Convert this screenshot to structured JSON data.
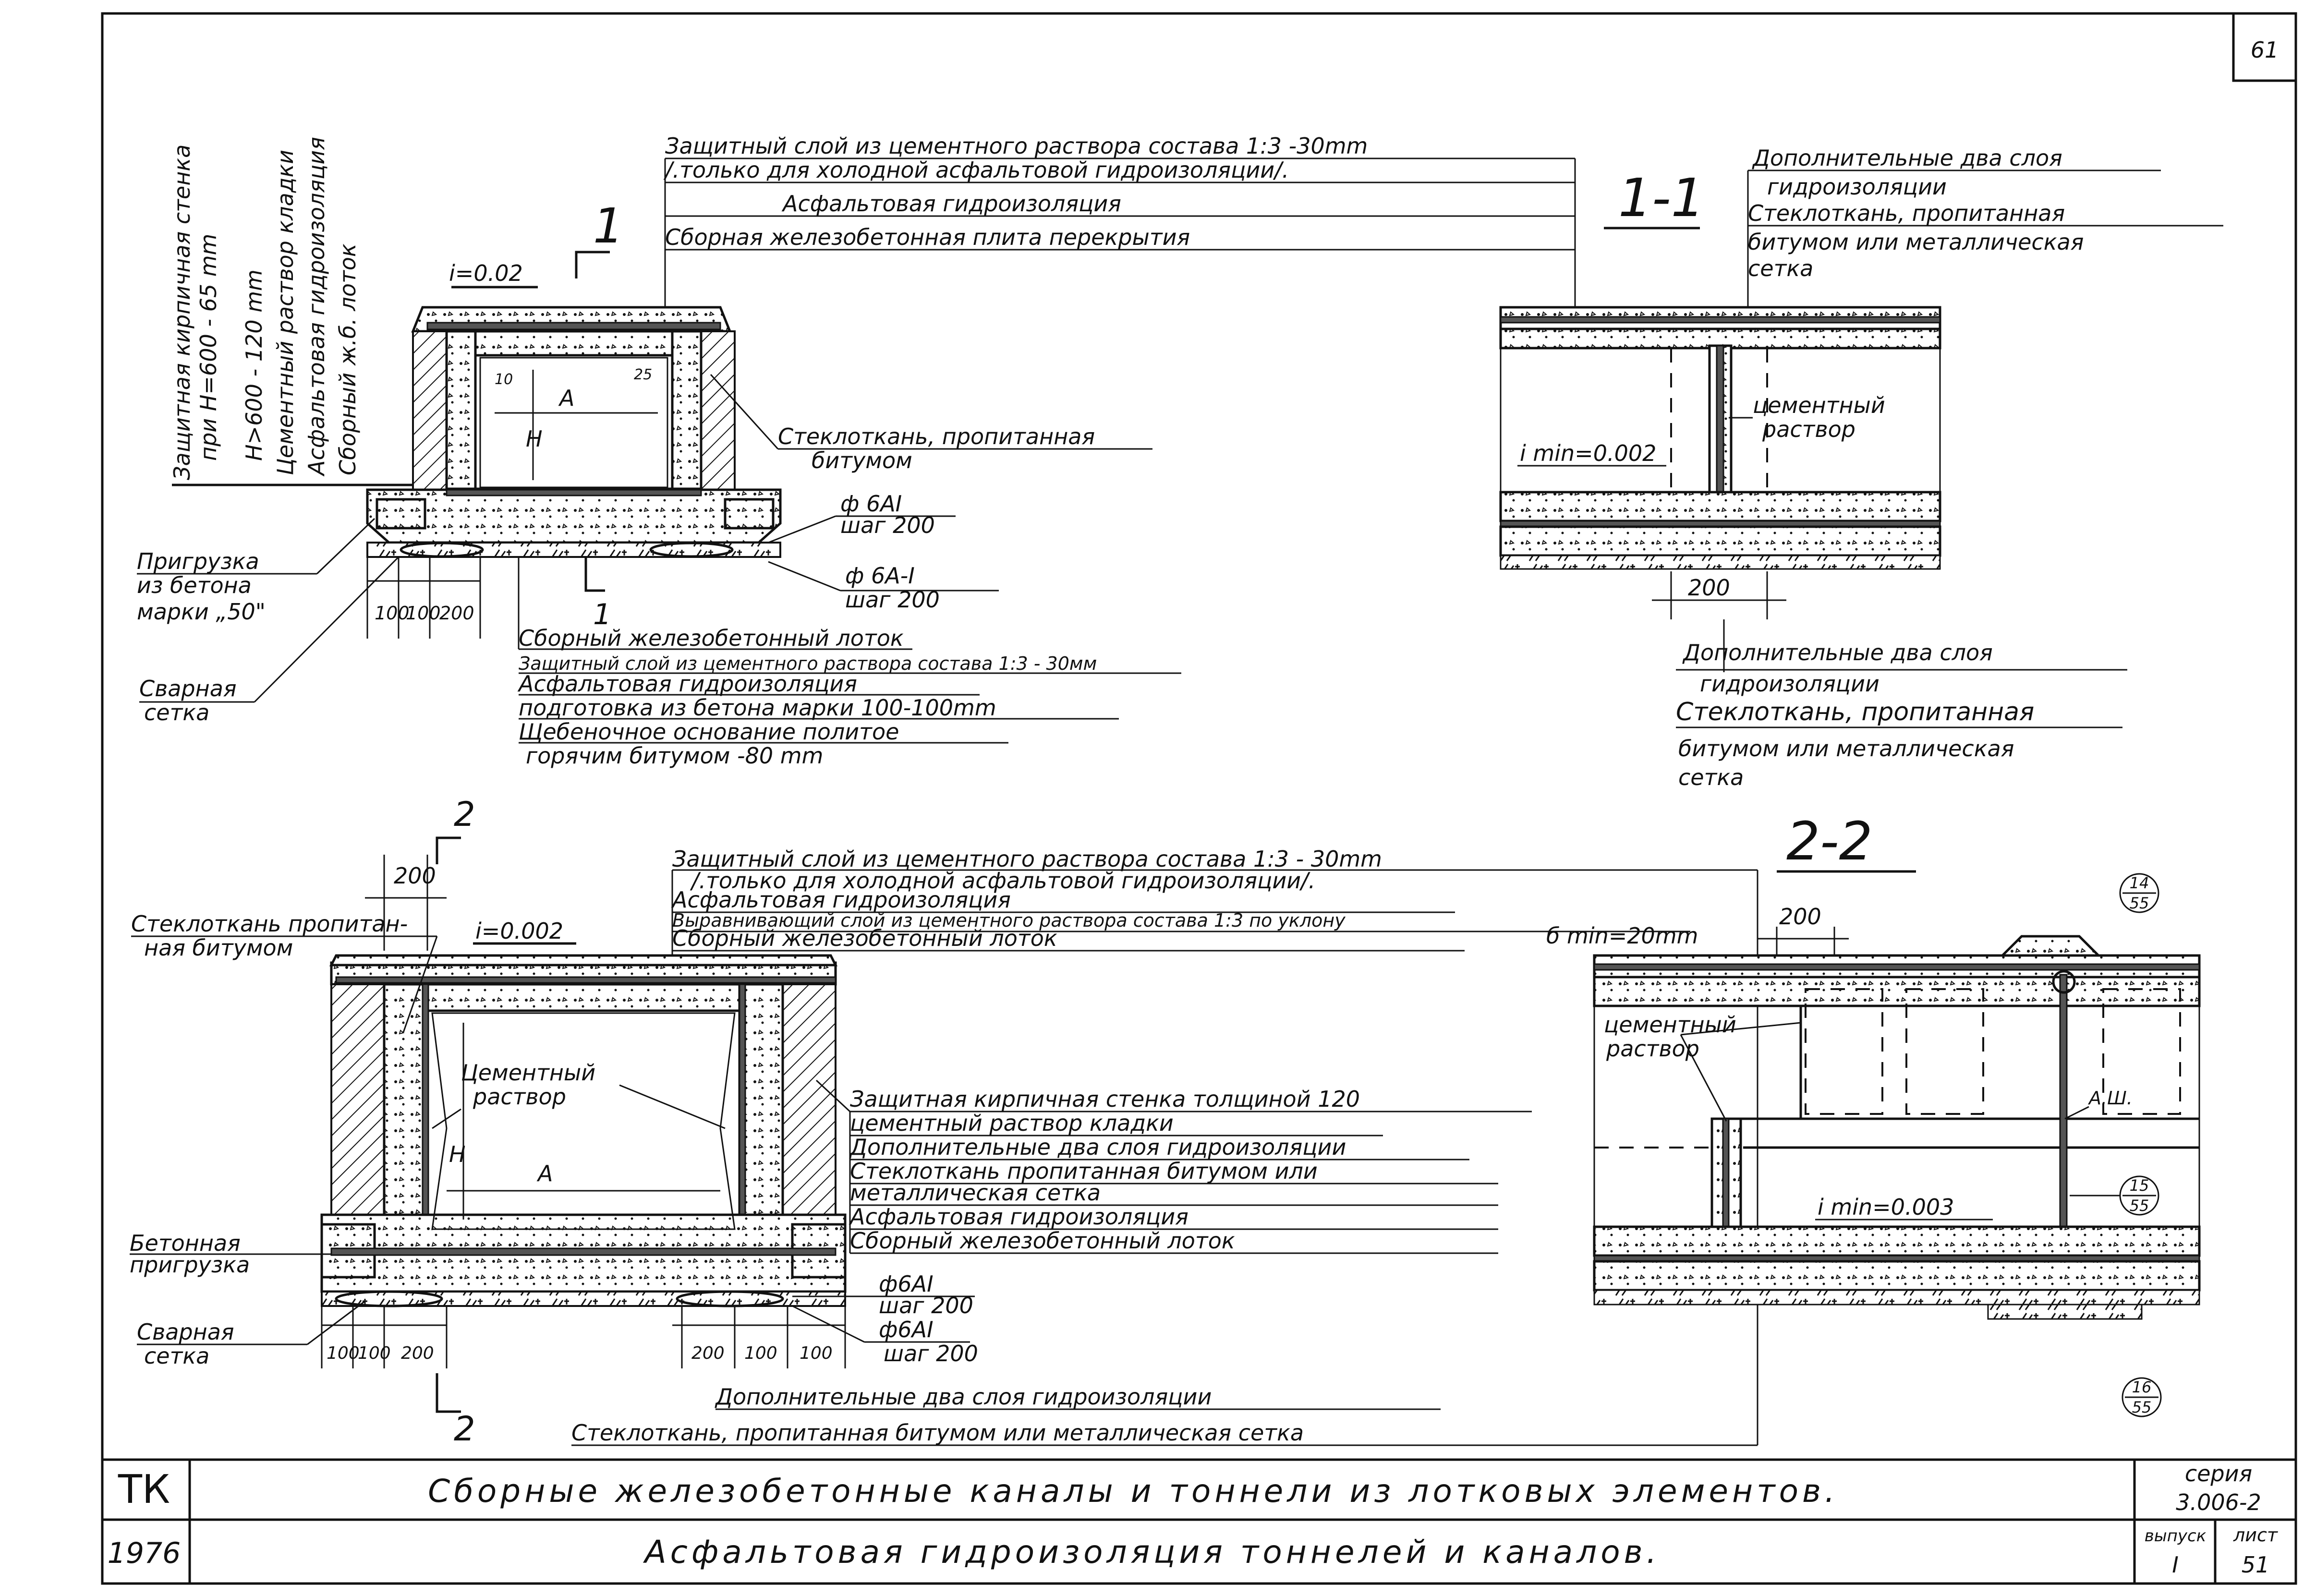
{
  "sheet_number": "61",
  "top_left_vertical": [
    "Защитная кирпичная стенка",
    "при H=600 - 65 mm",
    "H>600 - 120 mm",
    "Цементный раствор кладки",
    "Асфальтовая гидроизоляция",
    "Сборный ж.б. лоток"
  ],
  "d1": {
    "section_mark": "1",
    "slope": "i=0.02",
    "dim_A": "A",
    "dim_H": "H",
    "dim_10": "10",
    "dim_25": "25",
    "top_labels": [
      "Защитный слой из цементного раствора состава 1:3 -30mm",
      "/.только для холодной асфальтовой гидроизоляции/.",
      "Асфальтовая гидроизоляция",
      "Сборная железобетонная плита перекрытия"
    ],
    "right_labels": [
      "Стеклоткань, пропитанная",
      "битумом"
    ],
    "rebar1": [
      "ф 6AI",
      "шаг 200"
    ],
    "rebar2": [
      "ф 6A-I",
      "шаг 200"
    ],
    "left_labels": [
      "Пригрузка",
      "из бетона",
      "марки „50\""
    ],
    "mesh_labels": [
      "Сварная",
      "сетка"
    ],
    "dims": [
      "100",
      "100",
      "200"
    ],
    "bottom_labels": [
      "Сборный железобетонный лоток",
      "Защитный слой из цементного раствора состава 1:3 - 30мм",
      "Асфальтовая гидроизоляция",
      "подготовка из бетона марки 100-100mm",
      "Щебеночное основание политое",
      "горячим битумом -80 mm"
    ]
  },
  "s11": {
    "title": "1-1",
    "top_labels": [
      "Дополнительные два слоя",
      "гидроизоляции",
      "Стеклоткань, пропитанная",
      "битумом или металлическая",
      "сетка"
    ],
    "mortar": [
      "цементный",
      "раствор"
    ],
    "slope": "i min=0.002",
    "dim": "200",
    "bottom_labels": [
      "Дополнительные два слоя",
      "гидроизоляции",
      "Стеклоткань, пропитанная",
      "битумом или металлическая",
      "сетка"
    ]
  },
  "d2": {
    "section_mark": "2",
    "dim200": "200",
    "slope": "i=0.002",
    "glass": [
      "Стеклоткань пропитан-",
      "ная битумом"
    ],
    "mortar": [
      "Цементный",
      "раствор"
    ],
    "dim_A": "A",
    "dim_H": "H",
    "top_labels": [
      "Защитный слой из цементного раствора состава 1:3 - 30mm",
      "/.только для холодной асфальтовой гидроизоляции/.",
      "Асфальтовая гидроизоляция",
      "Выравнивающий слой из цементного раствора состава 1:3 по уклону",
      "б min=20mm",
      "Сборный железобетонный лоток"
    ],
    "right_labels": [
      "Защитная кирпичная стенка толщиной 120",
      "цементный раствор кладки",
      "Дополнительные два слоя гидроизоляции",
      "Стеклоткань пропитанная битумом или",
      "металлическая сетка",
      "Асфальтовая гидроизоляция",
      "Сборный железобетонный лоток"
    ],
    "left_labels": [
      "Бетонная",
      "пригрузка"
    ],
    "mesh_labels": [
      "Сварная",
      "сетка"
    ],
    "rebar1": [
      "ф6AI",
      "шаг 200"
    ],
    "rebar2": [
      "ф6AI",
      "шаг 200"
    ],
    "dims_left": [
      "100",
      "100",
      "200"
    ],
    "dims_right": [
      "200",
      "100",
      "100"
    ],
    "bottom_labels": [
      "Дополнительные два слоя гидроизоляции",
      "Стеклоткань, пропитанная битумом или металлическая сетка"
    ]
  },
  "s22": {
    "title": "2-2",
    "dim": "200",
    "mortar": [
      "цементный",
      "раствор"
    ],
    "ash": "А.Ш.",
    "slope": "i min=0.003",
    "refs": [
      {
        "top": "14",
        "bottom": "55"
      },
      {
        "top": "15",
        "bottom": "55"
      },
      {
        "top": "16",
        "bottom": "55"
      }
    ]
  },
  "title_block": {
    "tk": "ТК",
    "year": "1976",
    "line1": "Сборные железобетонные каналы и тоннели из лотковых элементов.",
    "line2": "Асфальтовая гидроизоляция тоннелей и каналов.",
    "series_label": "серия",
    "series_value": "3.006-2",
    "issue_label": "выпуск",
    "issue_value": "I",
    "sheet_label": "лист",
    "sheet_value": "51"
  }
}
